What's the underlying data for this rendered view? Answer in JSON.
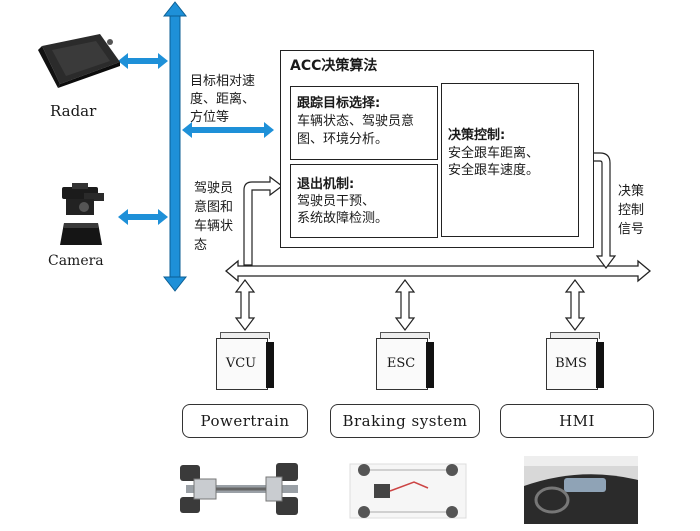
{
  "colors": {
    "bus": "#1e90d8",
    "bus_edge": "#0b5e93",
    "line": "#222222"
  },
  "sensors": {
    "radar_label": "Radar",
    "camera_label": "Camera"
  },
  "bus_notes": {
    "top": [
      "目标相对速",
      "度、距离、",
      "方位等"
    ],
    "mid": [
      "驾驶员",
      "意图和",
      "车辆状",
      "态"
    ],
    "right": [
      "决策",
      "控制",
      "信号"
    ]
  },
  "acc": {
    "title": "ACC决策算法",
    "target": {
      "title": "跟踪目标选择:",
      "lines": [
        "车辆状态、驾驶员意",
        "图、环境分析。"
      ]
    },
    "exit": {
      "title": "退出机制:",
      "lines": [
        "驾驶员干预、",
        "系统故障检测。"
      ]
    },
    "decision": {
      "title": "决策控制:",
      "lines": [
        "安全跟车距离、",
        "安全跟车速度。"
      ]
    }
  },
  "modules": [
    {
      "id": "vcu",
      "label": "VCU",
      "system": "Powertrain"
    },
    {
      "id": "esc",
      "label": "ESC",
      "system": "Braking system"
    },
    {
      "id": "bms",
      "label": "BMS",
      "system": "HMI"
    }
  ]
}
